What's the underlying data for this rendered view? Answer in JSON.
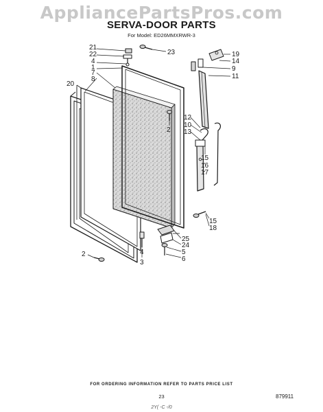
{
  "watermark": "AppliancePartsPros.com",
  "title": "SERVA-DOOR PARTS",
  "model_line": "For Model: ED26MMXRWR-3",
  "footer_note": "FOR ORDERING INFORMATION REFER TO PARTS PRICE LIST",
  "page_number": "23",
  "figure_code": "879911",
  "bottom_scrawl": "2Y( -C -/0",
  "callouts": {
    "c21": "21",
    "c22": "22",
    "c4a": "4",
    "c1": "1",
    "c7": "7",
    "c8": "8",
    "c20": "20",
    "c23": "23",
    "c19": "19",
    "c14": "14",
    "c9": "9",
    "c11": "11",
    "c2a": "2",
    "c12": "12",
    "c10": "10",
    "c13": "13",
    "c15a": "15",
    "c16": "16",
    "c17": "17",
    "c15b": "15",
    "c18": "18",
    "c25": "25",
    "c24": "24",
    "c5": "5",
    "c6": "6",
    "c4b": "4",
    "c3": "3",
    "c2b": "2"
  }
}
